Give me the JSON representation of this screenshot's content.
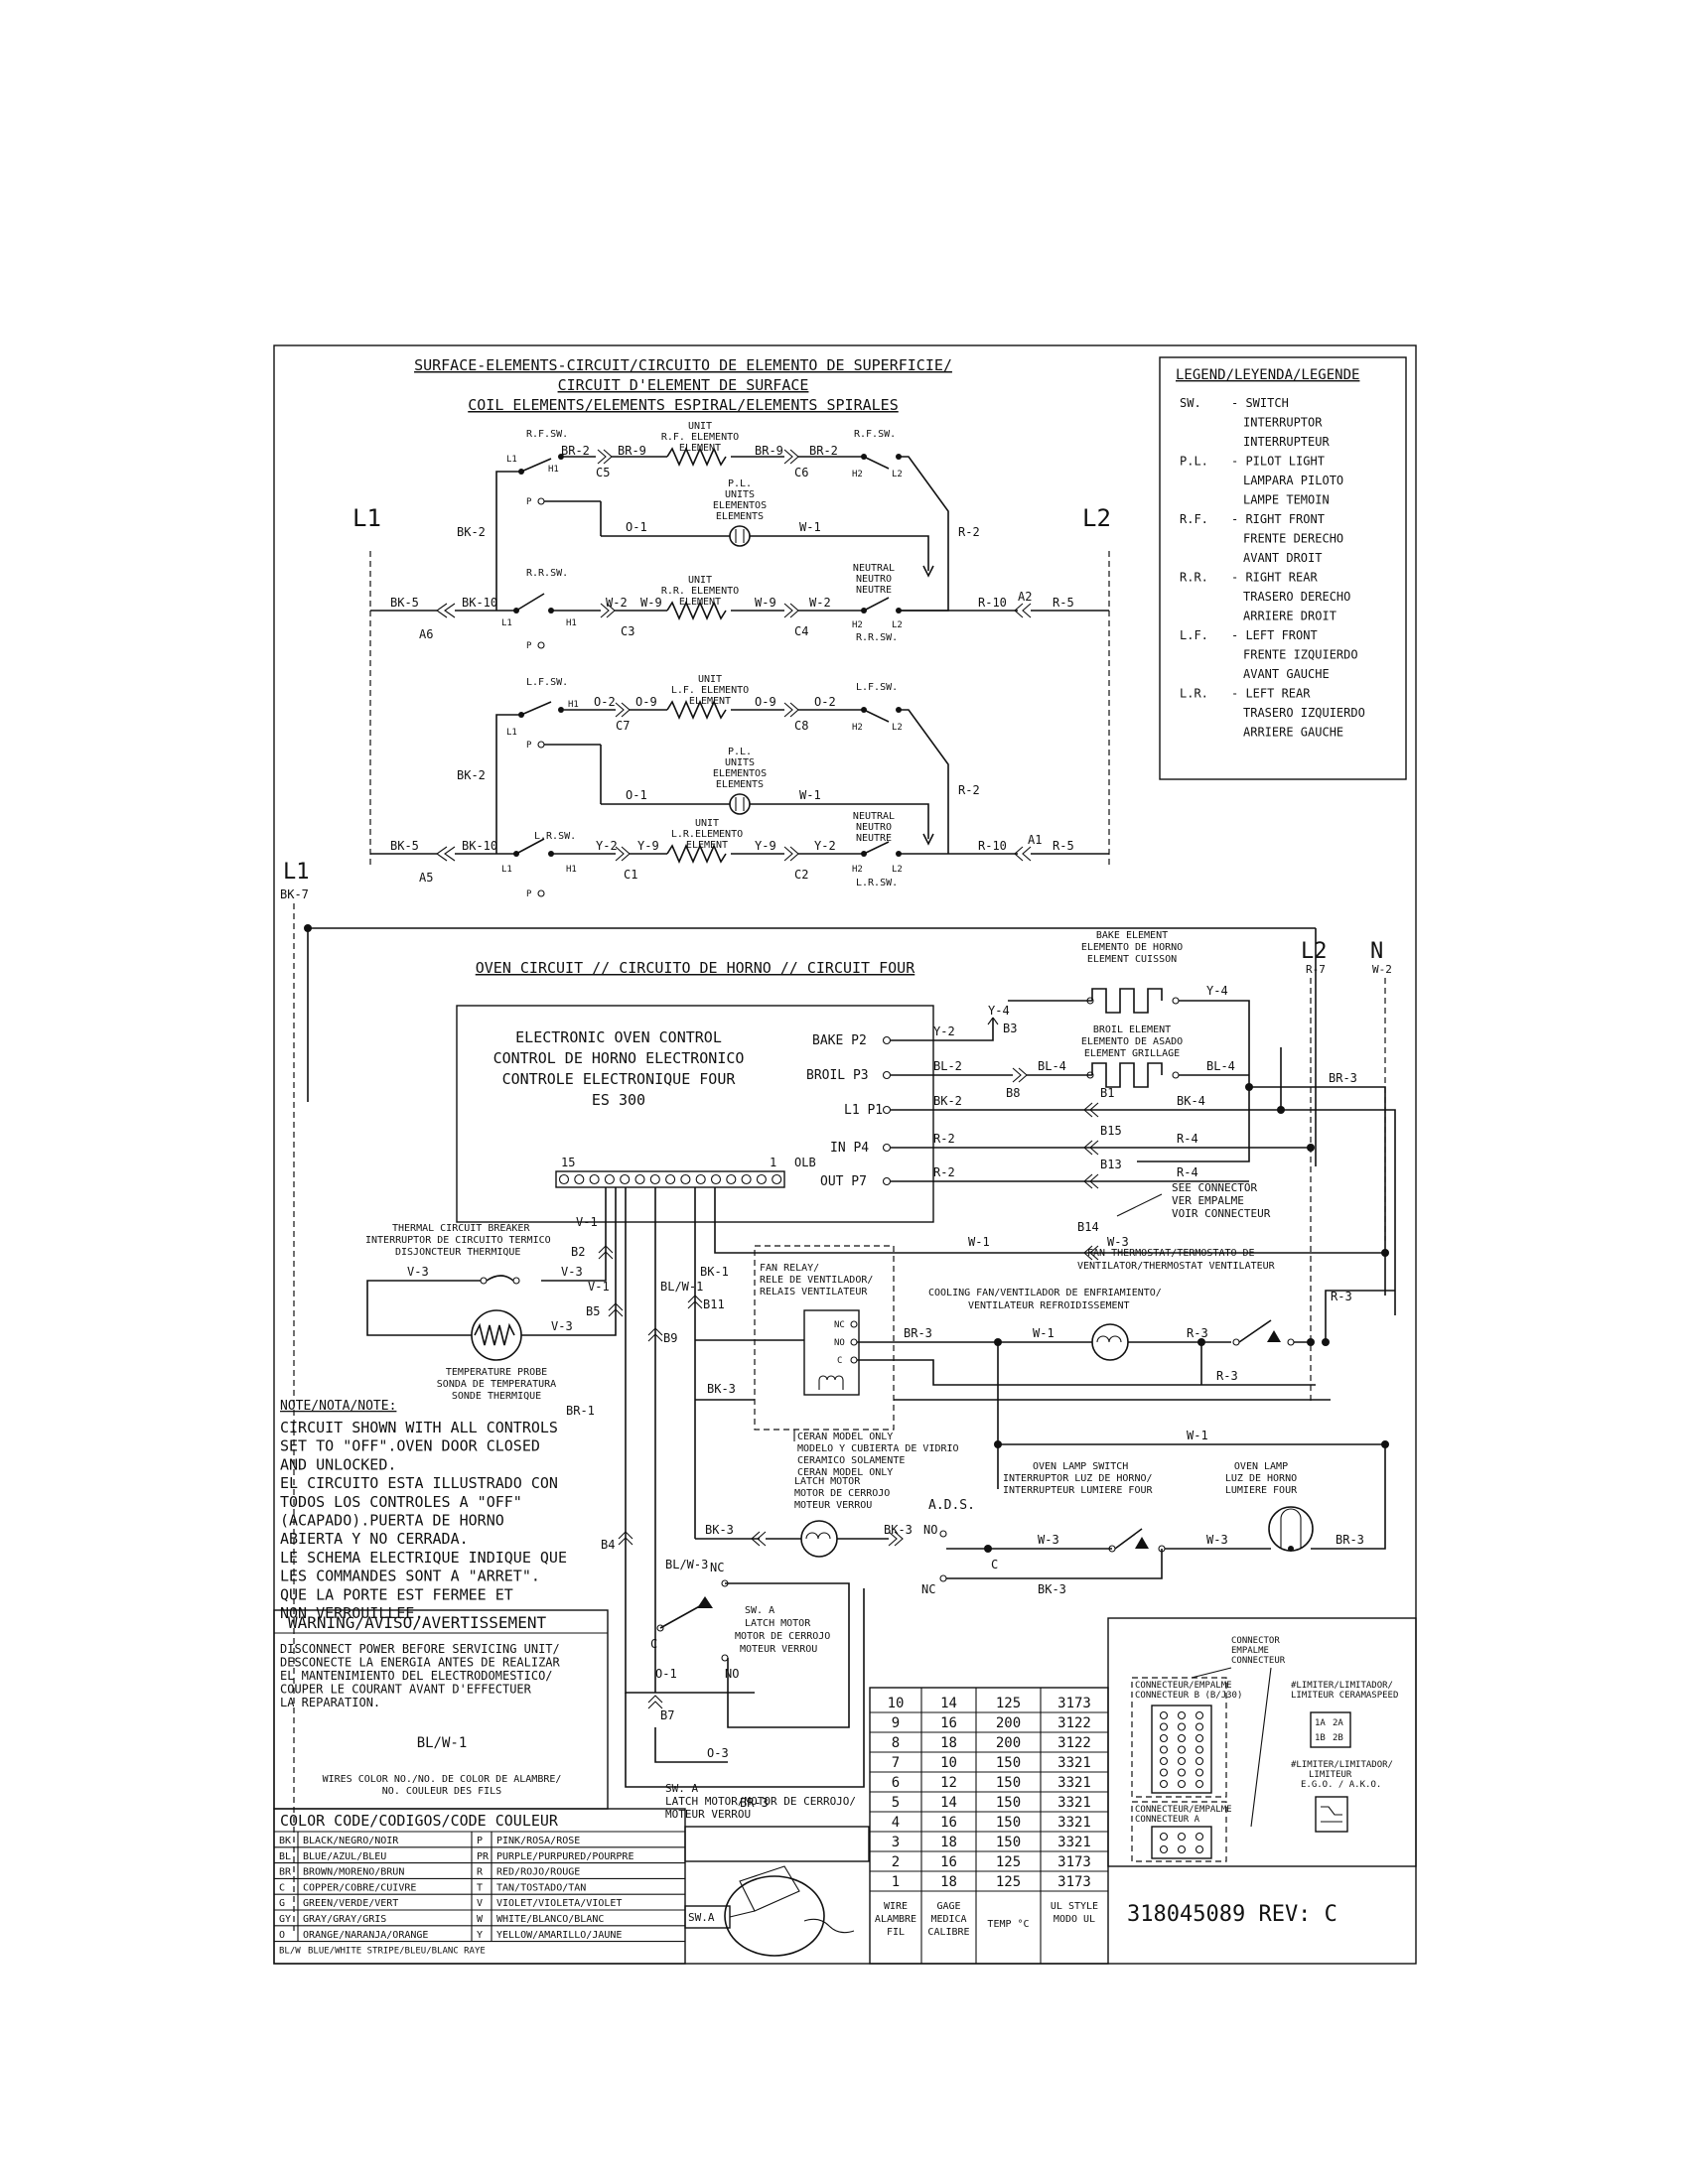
{
  "surface": {
    "title1": "SURFACE-ELEMENTS-CIRCUIT/CIRCUITO DE ELEMENTO DE SUPERFICIE/",
    "title2": "CIRCUIT D'ELEMENT DE SURFACE",
    "title3": "COIL ELEMENTS/ELEMENTS ESPIRAL/ELEMENTS SPIRALES",
    "L1": "L1",
    "L2": "L2",
    "rf_sw": "R.F.SW.",
    "rr_sw": "R.R.SW.",
    "lf_sw": "L.F.SW.",
    "lr_sw": "L.R.SW.",
    "rf_elem": [
      "UNIT",
      "R.F. ELEMENTO",
      "ELEMENT"
    ],
    "rr_elem": [
      "UNIT",
      "R.R. ELEMENTO",
      "ELEMENT"
    ],
    "lf_elem": [
      "UNIT",
      "L.F. ELEMENTO",
      "ELEMENT"
    ],
    "lr_elem": [
      "UNIT",
      "L.R.ELEMENTO",
      "ELEMENT"
    ],
    "pl": [
      "P.L.",
      "UNITS",
      "ELEMENTOS",
      "ELEMENTS"
    ],
    "neutral": [
      "NEUTRAL",
      "NEUTRO",
      "NEUTRE"
    ],
    "w": {
      "bk2": "BK-2",
      "bk5": "BK-5",
      "bk10": "BK-10",
      "br2": "BR-2",
      "br9": "BR-9",
      "o1": "O-1",
      "w1": "W-1",
      "w2": "W-2",
      "w9": "W-9",
      "r2": "R-2",
      "r10": "R-10",
      "r5": "R-5",
      "o2": "O-2",
      "o9": "O-9",
      "y2": "Y-2",
      "y9": "Y-9"
    },
    "c": {
      "c5": "C5",
      "c6": "C6",
      "c3": "C3",
      "c4": "C4",
      "c7": "C7",
      "c8": "C8",
      "c1": "C1",
      "c2": "C2",
      "a6": "A6",
      "a2": "A2",
      "a5": "A5",
      "a1": "A1"
    },
    "sw": {
      "l1": "L1",
      "l2": "L2",
      "h1": "H1",
      "h2": "H2",
      "p": "P"
    },
    "l1_bottom": "L1",
    "bk7": "BK-7"
  },
  "legend": {
    "title": "LEGEND/LEYENDA/LEGENDE",
    "rows": [
      {
        "abbr": "SW.",
        "lines": [
          "- SWITCH",
          "INTERRUPTOR",
          "INTERRUPTEUR"
        ]
      },
      {
        "abbr": "P.L.",
        "lines": [
          "- PILOT LIGHT",
          "LAMPARA PILOTO",
          "LAMPE TEMOIN"
        ]
      },
      {
        "abbr": "R.F.",
        "lines": [
          "- RIGHT FRONT",
          "FRENTE DERECHO",
          "AVANT DROIT"
        ]
      },
      {
        "abbr": "R.R.",
        "lines": [
          "- RIGHT REAR",
          "TRASERO DERECHO",
          "ARRIERE DROIT"
        ]
      },
      {
        "abbr": "L.F.",
        "lines": [
          "- LEFT FRONT",
          "FRENTE IZQUIERDO",
          "AVANT GAUCHE"
        ]
      },
      {
        "abbr": "L.R.",
        "lines": [
          "- LEFT REAR",
          "TRASERO IZQUIERDO",
          "ARRIERE GAUCHE"
        ]
      }
    ]
  },
  "oven": {
    "title": "OVEN CIRCUIT // CIRCUITO DE HORNO // CIRCUIT FOUR",
    "control": [
      "ELECTRONIC OVEN CONTROL",
      "CONTROL DE HORNO ELECTRONICO",
      "CONTROLE ELECTRONIQUE FOUR",
      "ES 300"
    ],
    "pins": {
      "bake": "BAKE P2",
      "broil": "BROIL P3",
      "l1": "L1 P1",
      "in": "IN P4",
      "out": "OUT P7"
    },
    "pin15": "15",
    "pin1": "1",
    "olb": "OLB",
    "bake_elem": [
      "BAKE ELEMENT",
      "ELEMENTO DE HORNO",
      "ELEMENT CUISSON"
    ],
    "broil_elem": [
      "BROIL ELEMENT",
      "ELEMENTO DE ASADO",
      "ELEMENT GRILLAGE"
    ],
    "L2": "L2",
    "N": "N",
    "r7": "R-7",
    "w2": "W-2",
    "wires": {
      "y4": "Y-4",
      "y2": "Y-2",
      "bl2": "BL-2",
      "bl4": "BL-4",
      "bk2": "BK-2",
      "bk4": "BK-4",
      "r2": "R-2",
      "r4": "R-4",
      "br3": "BR-3",
      "w1": "W-1",
      "w3": "W-3",
      "v1": "V-1",
      "v3": "V-3",
      "bk1": "BK-1",
      "blw1": "BL/W-1",
      "bk3": "BK-3",
      "r3": "R-3",
      "br1": "BR-1",
      "blw3": "BL/W-3",
      "o1": "O-1",
      "o3": "O-3"
    },
    "conn": {
      "b3": "B3",
      "b8": "B8",
      "b1": "B1",
      "b15": "B15",
      "b13": "B13",
      "b14": "B14",
      "b2": "B2",
      "b5": "B5",
      "b11": "B11",
      "b9": "B9",
      "b4": "B4",
      "b7": "B7"
    },
    "see_conn": [
      "SEE CONNECTOR",
      "VER EMPALME",
      "VOIR CONNECTEUR"
    ],
    "tcb": [
      "THERMAL CIRCUIT BREAKER",
      "INTERRUPTOR DE CIRCUITO TERMICO",
      "DISJONCTEUR THERMIQUE"
    ],
    "probe": [
      "TEMPERATURE PROBE",
      "SONDA DE TEMPERATURA",
      "SONDE THERMIQUE"
    ],
    "fan_relay": [
      "FAN RELAY/",
      "RELE DE VENTILADOR/",
      "RELAIS VENTILATEUR"
    ],
    "relay_pins": {
      "nc": "NC",
      "no": "NO",
      "c": "C"
    },
    "fan_thermo": [
      "FAN THERMOSTAT/TERMOSTATO DE",
      "VENTILATOR/THERMOSTAT VENTILATEUR"
    ],
    "cool_fan": [
      "COOLING FAN/VENTILADOR DE ENFRIAMIENTO/",
      "VENTILATEUR REFROIDISSEMENT"
    ],
    "ceran": [
      "CERAN MODEL ONLY",
      "MODELO Y CUBIERTA DE VIDRIO",
      "CERAMICO SOLAMENTE",
      "CERAN MODEL ONLY"
    ],
    "latch_motor": [
      "LATCH MOTOR",
      "MOTOR DE CERROJO",
      "MOTEUR VERROU"
    ],
    "ads": "A.D.S.",
    "nc": "NC",
    "no": "NO",
    "c": "C",
    "lamp_sw": [
      "OVEN LAMP SWITCH",
      "INTERRUPTOR LUZ DE HORNO/",
      "INTERRUPTEUR LUMIERE FOUR"
    ],
    "lamp": [
      "OVEN LAMP",
      "LUZ DE HORNO",
      "LUMIERE FOUR"
    ],
    "swa": [
      "SW. A",
      "LATCH MOTOR",
      "MOTOR DE CERROJO",
      "MOTEUR VERROU"
    ]
  },
  "note": {
    "title": "NOTE/NOTA/NOTE:",
    "lines": [
      "CIRCUIT SHOWN WITH ALL CONTROLS",
      "SET TO \"OFF\".OVEN DOOR CLOSED",
      "AND UNLOCKED.",
      "EL CIRCUITO ESTA ILLUSTRADO CON",
      "TODOS LOS CONTROLES A \"OFF\"",
      "(ACAPADO).PUERTA DE HORNO",
      "ABIERTA Y NO CERRADA.",
      "LE SCHEMA ELECTRIQUE INDIQUE QUE",
      "LES COMMANDES SONT A \"ARRET\".",
      "QUE LA PORTE EST FERMEE ET",
      "NON VERROUILLEE."
    ]
  },
  "warning": {
    "title": "WARNING/AVISO/AVERTISSEMENT",
    "lines": [
      "DISCONNECT POWER BEFORE SERVICING UNIT/",
      "DESCONECTE LA ENERGIA ANTES DE REALIZAR",
      "EL MANTENIMIENTO DEL ELECTRODOMESTICO/",
      "COUPER LE COURANT AVANT D'EFFECTUER",
      "LA REPARATION."
    ],
    "example": "BL/W-1",
    "wires_note": [
      "WIRES COLOR NO./NO. DE COLOR DE ALAMBRE/",
      "NO. COULEUR DES FILS"
    ]
  },
  "color_code": {
    "title": "COLOR CODE/CODIGOS/CODE COULEUR",
    "left": [
      [
        "BK",
        "BLACK/NEGRO/NOIR"
      ],
      [
        "BL",
        "BLUE/AZUL/BLEU"
      ],
      [
        "BR",
        "BROWN/MORENO/BRUN"
      ],
      [
        "C",
        "COPPER/COBRE/CUIVRE"
      ],
      [
        "G",
        "GREEN/VERDE/VERT"
      ],
      [
        "GY",
        "GRAY/GRAY/GRIS"
      ],
      [
        "O",
        "ORANGE/NARANJA/ORANGE"
      ]
    ],
    "right": [
      [
        "P",
        "PINK/ROSA/ROSE"
      ],
      [
        "PR",
        "PURPLE/PURPURED/POURPRE"
      ],
      [
        "R",
        "RED/ROJO/ROUGE"
      ],
      [
        "T",
        "TAN/TOSTADO/TAN"
      ],
      [
        "V",
        "VIOLET/VIOLETA/VIOLET"
      ],
      [
        "W",
        "WHITE/BLANCO/BLANC"
      ],
      [
        "Y",
        "YELLOW/AMARILLO/JAUNE"
      ]
    ],
    "stripe": [
      "BL/W",
      "BLUE/WHITE STRIPE/BLEU/BLANC RAYE"
    ]
  },
  "swa_detail": {
    "lines": [
      "SW. A",
      "LATCH MOTOR/MOTOR DE CERROJO/",
      "MOTEUR VERROU"
    ],
    "label": "SW.A"
  },
  "wire_table": {
    "rows": [
      [
        "10",
        "14",
        "125",
        "3173"
      ],
      [
        "9",
        "16",
        "200",
        "3122"
      ],
      [
        "8",
        "18",
        "200",
        "3122"
      ],
      [
        "7",
        "10",
        "150",
        "3321"
      ],
      [
        "6",
        "12",
        "150",
        "3321"
      ],
      [
        "5",
        "14",
        "150",
        "3321"
      ],
      [
        "4",
        "16",
        "150",
        "3321"
      ],
      [
        "3",
        "18",
        "150",
        "3321"
      ],
      [
        "2",
        "16",
        "125",
        "3173"
      ],
      [
        "1",
        "18",
        "125",
        "3173"
      ]
    ],
    "headers": [
      [
        "WIRE",
        "ALAMBRE",
        "FIL"
      ],
      [
        "GAGE",
        "MEDICA",
        "CALIBRE"
      ],
      [
        "TEMP °C"
      ],
      [
        "UL STYLE",
        "MODO UL"
      ]
    ]
  },
  "connector_box": {
    "title": [
      "CONNECTOR",
      "EMPALME",
      "CONNECTEUR"
    ],
    "conn_b": [
      "CONNECTEUR/EMPALME",
      "CONNECTEUR B (B/J30)"
    ],
    "conn_a": [
      "CONNECTEUR/EMPALME",
      "CONNECTEUR A"
    ],
    "limiter1": [
      "#LIMITER/LIMITADOR/",
      "LIMITEUR CERAMASPEED"
    ],
    "limiter2": [
      "#LIMITER/LIMITADOR/",
      "LIMITEUR",
      "E.G.O. / A.K.O."
    ],
    "pins": [
      "1A",
      "2A",
      "1B",
      "2B"
    ]
  },
  "part_no": "318045089 REV: C"
}
